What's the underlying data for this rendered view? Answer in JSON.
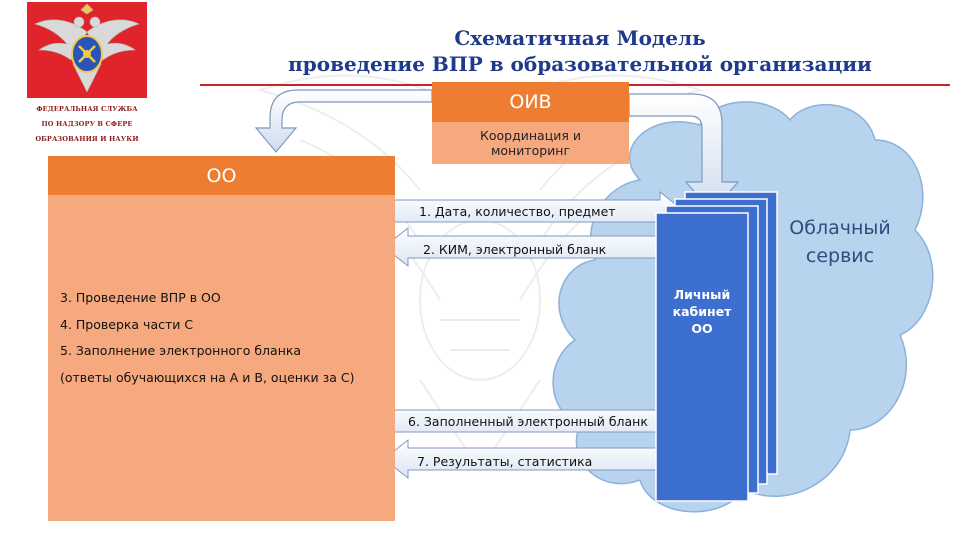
{
  "header": {
    "title_line1": "Схематичная Модель",
    "title_line2": "проведение ВПР в образовательной организации",
    "agency_lines": [
      "ФЕДЕРАЛЬНАЯ СЛУЖБА",
      "ПО НАДЗОРУ В СФЕРЕ",
      "ОБРАЗОВАНИЯ И НАУКИ"
    ]
  },
  "oiv": {
    "title": "ОИВ",
    "description": "Координация и мониторинг"
  },
  "oo": {
    "title": "ОО",
    "steps": [
      "3. Проведение ВПР в ОО",
      "4. Проверка части С",
      "5. Заполнение электронного бланка",
      "(ответы обучающихся на А и В, оценки за С)"
    ]
  },
  "cloud": {
    "label_line1": "Облачный",
    "label_line2": "сервис"
  },
  "cabinet": {
    "label_lines": [
      "Личный",
      "кабинет",
      "ОО"
    ]
  },
  "arrows": [
    {
      "label": "1. Дата, количество, предмет",
      "direction": "right"
    },
    {
      "label": "2. КИМ, электронный бланк",
      "direction": "left"
    },
    {
      "label": "6. Заполненный электронный бланк",
      "direction": "right"
    },
    {
      "label": "7. Результаты, статистика",
      "direction": "left"
    }
  ],
  "colors": {
    "orange_header": "#ed7d31",
    "orange_light": "#f6a97e",
    "cloud_fill": "#b7d3ee",
    "cabinet_blue": "#3c6fd0",
    "title_blue": "#1f3a8a",
    "emblem_red": "#e0242b"
  },
  "icons": {
    "emblem": "double-headed-eagle-emblem-icon"
  }
}
